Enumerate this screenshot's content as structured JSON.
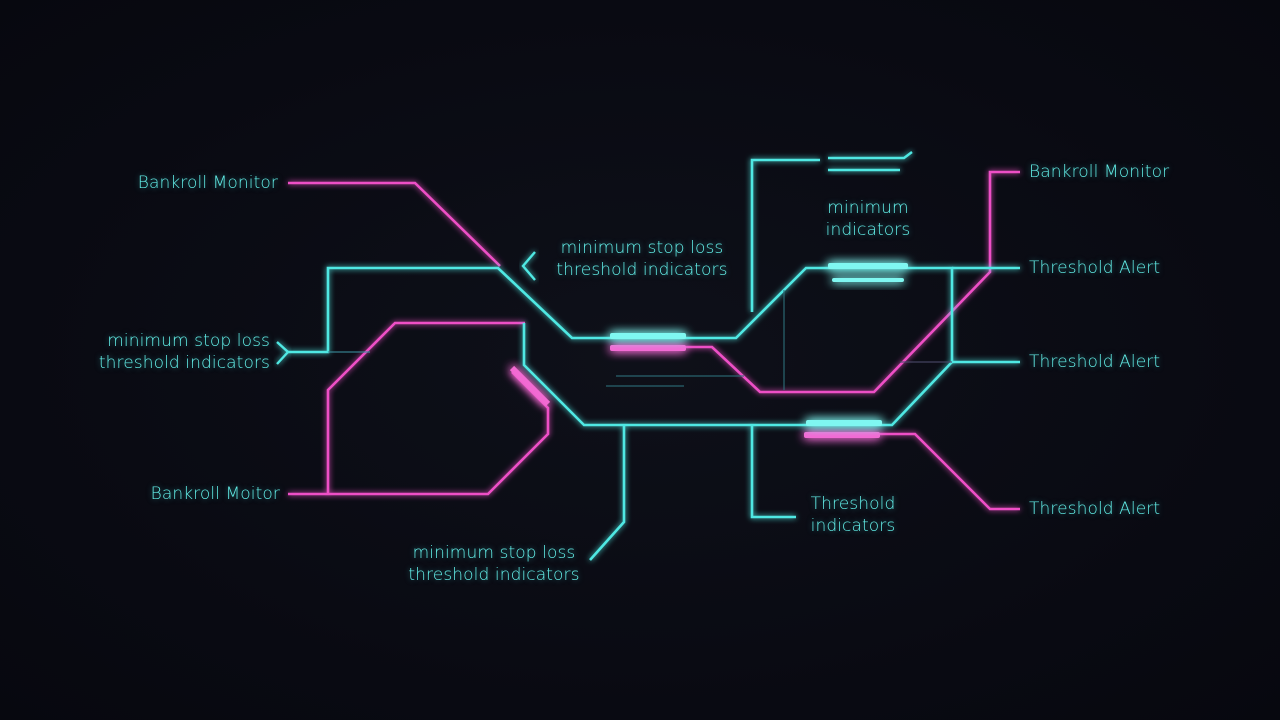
{
  "colors": {
    "cyan": "#4fe8e3",
    "magenta": "#ee4fc6",
    "label": "#62ede7",
    "background": "#0a0b14"
  },
  "labels": {
    "bankroll_monitor_left": "Bankroll Monitor",
    "stop_loss_left_1": "minimum stop loss",
    "stop_loss_left_2": "threshold indicators",
    "bankroll_moitor_left": "Bankroll Moitor",
    "stop_loss_top_1": "minimum stop loss",
    "stop_loss_top_2": "threshold indicators",
    "min_indicators_1": "minimum",
    "min_indicators_2": "indicators",
    "stop_loss_bottom_1": "minimum stop loss",
    "stop_loss_bottom_2": "threshold indicators",
    "threshold_indicators_1": "Threshold",
    "threshold_indicators_2": "indicators",
    "bankroll_monitor_right": "Bankroll Monitor",
    "threshold_alert_1": "Threshold Alert",
    "threshold_alert_2": "Threshold Alert",
    "threshold_alert_3": "Threshold Alert"
  }
}
